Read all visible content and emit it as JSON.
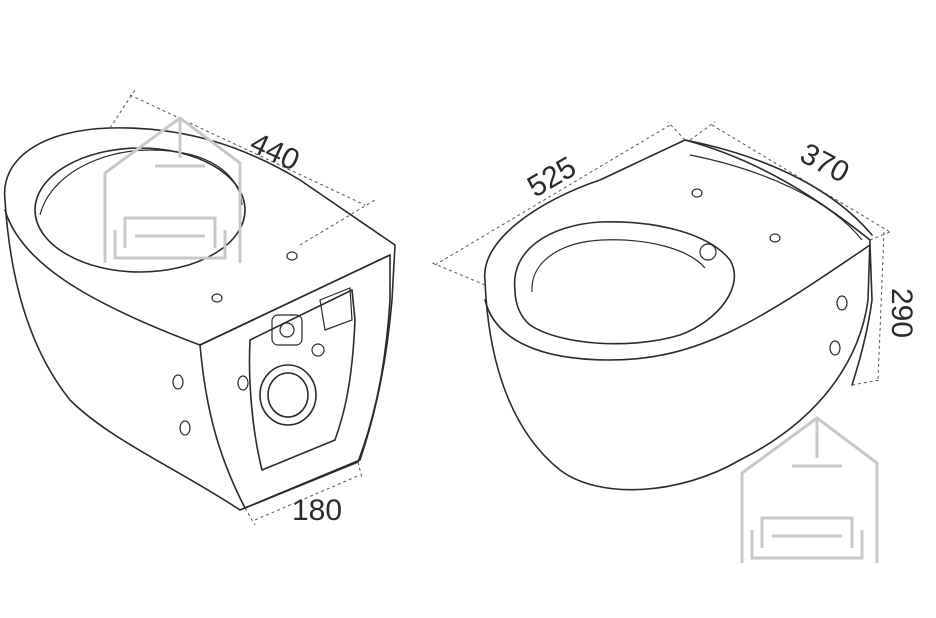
{
  "diagram": {
    "left_view": {
      "dims": {
        "length": "440",
        "depth": "180"
      }
    },
    "right_view": {
      "dims": {
        "length": "525",
        "width": "370",
        "height": "290"
      }
    }
  },
  "colors": {
    "line": "#2b2b2b",
    "watermark": "#c8c8c8",
    "background": "#ffffff"
  },
  "icons": [
    "house-sofa-watermark-icon"
  ]
}
